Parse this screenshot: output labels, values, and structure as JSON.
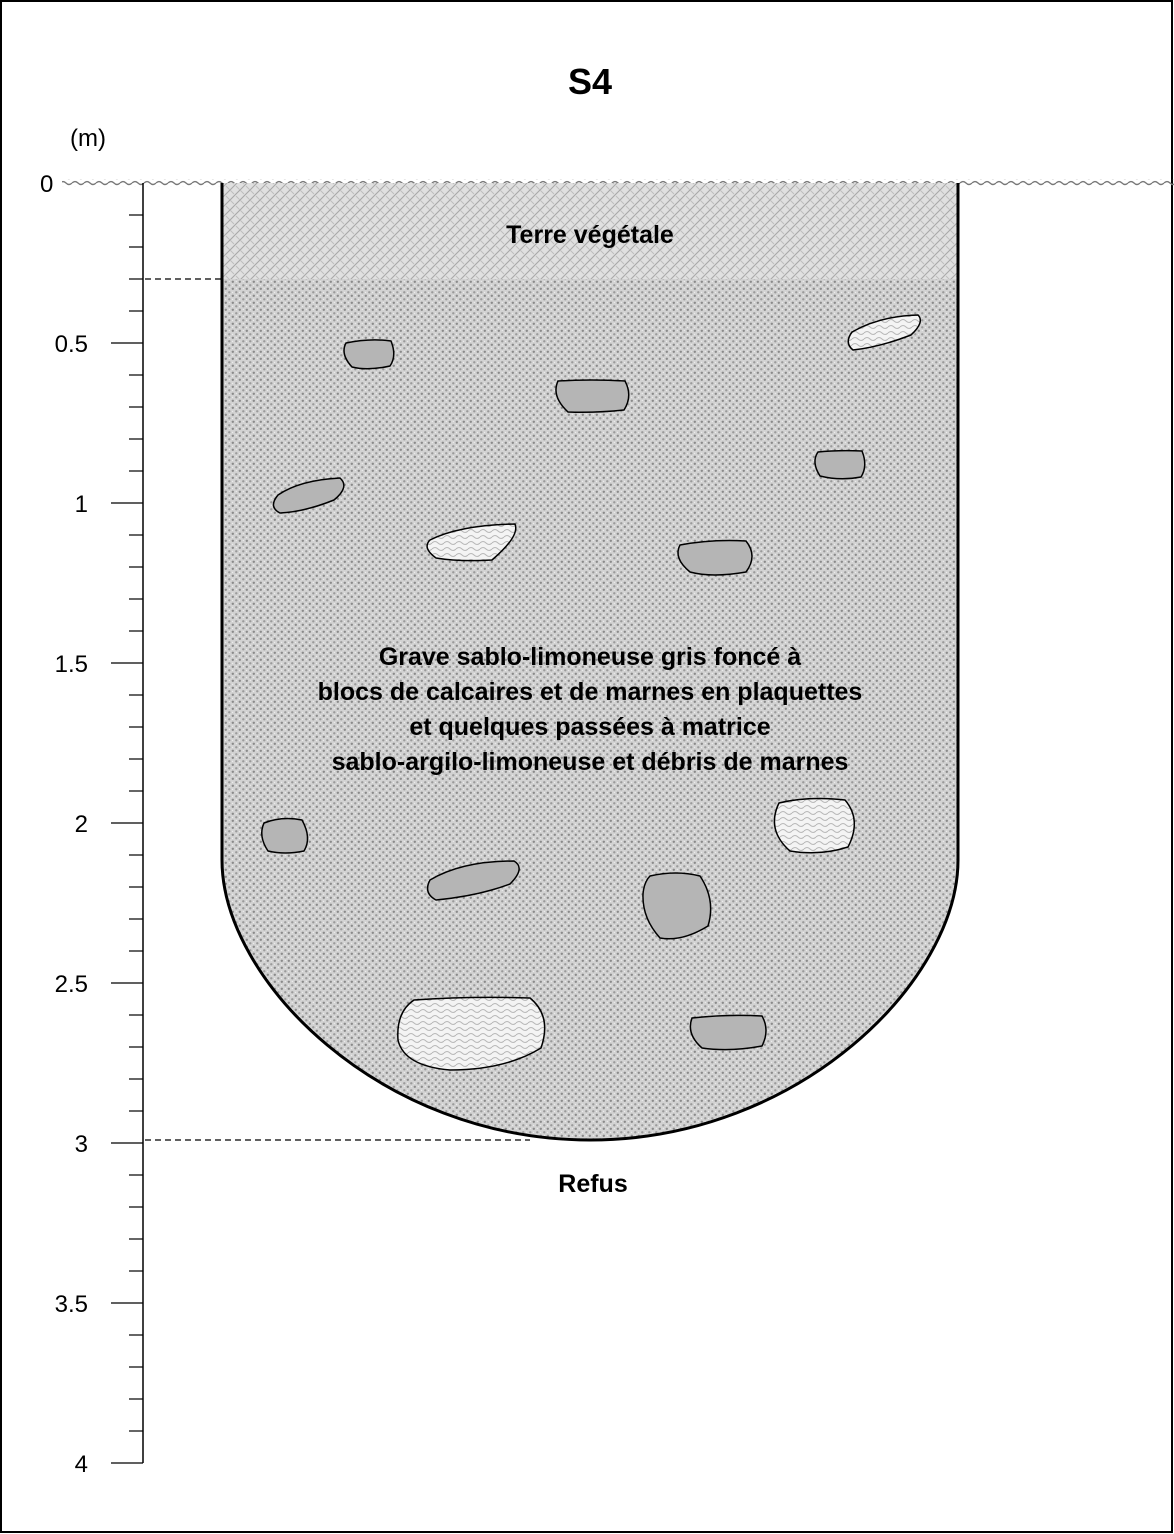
{
  "title": "S4",
  "depth_unit": "(m)",
  "scale": {
    "min": 0,
    "max": 4,
    "major_step": 0.5,
    "minor_step": 0.1,
    "labels": [
      "0",
      "0.5",
      "1",
      "1.5",
      "2",
      "2.5",
      "3",
      "3.5",
      "4"
    ]
  },
  "layers": [
    {
      "id": "topsoil",
      "top": 0,
      "bottom": 0.3,
      "lines": [
        "Terre végétale"
      ],
      "pattern": "basket-weave"
    },
    {
      "id": "gravel",
      "top": 0.3,
      "bottom": 3.0,
      "lines": [
        "Grave sablo-limoneuse gris foncé à",
        "blocs de calcaires et de marnes en plaquettes",
        "et quelques passées à matrice",
        "sablo-argilo-limoneuse et débris de marnes"
      ],
      "pattern": "dotted-gravel"
    }
  ],
  "refusal": {
    "depth": 3.0,
    "label": "Refus"
  },
  "colors": {
    "ink": "#000000",
    "stone_fill": "#b5b5b5",
    "topsoil_fill": "#e0e0e0",
    "gravel_fill": "#d2d2d2"
  }
}
